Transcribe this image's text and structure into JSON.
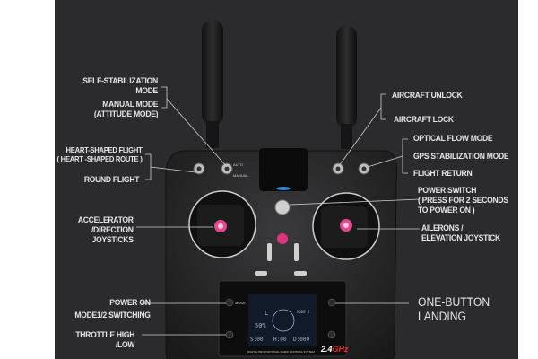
{
  "labels": {
    "self_stabilization": [
      "SELF-STABILIZATION",
      "MODE"
    ],
    "manual_mode": [
      "MANUAL MODE",
      "(ATTITUDE MODE)"
    ],
    "heart_shaped": [
      "HEART-SHAPED FLIGHT",
      "( HEART -SHAPED ROUTE )"
    ],
    "round_flight": "ROUND FLIGHT",
    "accelerator": [
      "ACCELERATOR",
      "/DIRECTION",
      "JOYSTICKS"
    ],
    "power_on_mode": [
      "POWER ON",
      "MODE1/2 SWITCHING"
    ],
    "throttle": [
      "THROTTLE HIGH",
      "/LOW"
    ],
    "aircraft_unlock": "AIRCRAFT UNLOCK",
    "aircraft_lock": "AIRCRAFT LOCK",
    "optical_flow": "OPTICAL FLOW MODE",
    "gps_stabilization": "GPS STABILIZATION MODE",
    "flight_return": "FLIGHT RETURN",
    "power_switch": [
      "POWER SWITCH",
      "( PRESS FOR 2 SECONDS",
      "TO POWER ON )"
    ],
    "ailerons": [
      "AILERONS /",
      "ELEVATION JOYSTICK"
    ],
    "one_button_landing": [
      "ONE-BUTTON",
      "LANDING"
    ]
  },
  "controller": {
    "switch_auto": "AUTO",
    "switch_manual": "MANUAL",
    "mode_button": "MODE",
    "lcd": {
      "mode": "MODE 2",
      "stick": "L",
      "battery": "50%",
      "speed": "S:00",
      "height": "H:00",
      "distance": "D:000"
    },
    "footer": "DIGITAL PROPORTIONAL RADIO CONTROL SYSTEM",
    "freq_num": "2.4",
    "freq_unit": "GHz"
  }
}
